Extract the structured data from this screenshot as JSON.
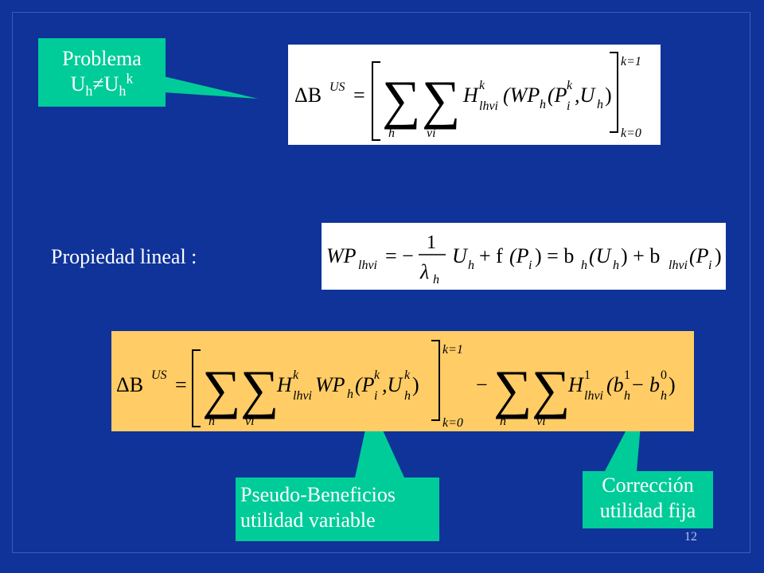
{
  "callouts": {
    "problema": {
      "line1": "Problema",
      "line2_base1": "U",
      "line2_sub1": "h",
      "line2_neq": "≠",
      "line2_base2": "U",
      "line2_sub2": "h",
      "line2_sup2": "k"
    },
    "pseudo": {
      "line1": "Pseudo-Beneficios",
      "line2": "utilidad variable"
    },
    "correccion": {
      "line1": "Corrección",
      "line2": "utilidad fija"
    }
  },
  "labels": {
    "propiedad": "Propiedad lineal :"
  },
  "page_number": "12",
  "colors": {
    "background": "#0f3399",
    "callout": "#00cc99",
    "equation_box": "#ffffff",
    "highlight_box": "#ffcc66"
  }
}
